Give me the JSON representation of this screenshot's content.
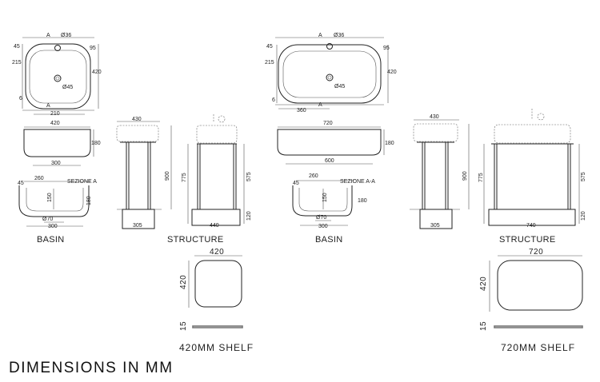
{
  "title": "DIMENSIONS IN MM",
  "basin_label": "BASIN",
  "structure_label": "STRUCTURE",
  "left": {
    "top_view": {
      "d36": "Ø36",
      "d45": "Ø45",
      "a_top": "A",
      "a_bottom": "A",
      "w45": "45",
      "w215": "215",
      "w6": "6",
      "w210": "210",
      "w95": "95",
      "w420": "420"
    },
    "front_view": {
      "w420": "420",
      "h180": "180",
      "w300": "300"
    },
    "section": {
      "w260": "260",
      "label": "SEZIONE A",
      "w45": "45",
      "h150": "150",
      "h180": "180",
      "d70": "Ø70",
      "w300": "300"
    },
    "side_structure": {
      "w430": "430",
      "h900": "900",
      "w305": "305"
    },
    "front_structure": {
      "h775": "775",
      "h575": "575",
      "h120": "120",
      "w440": "440"
    },
    "shelf": {
      "w": "420",
      "h": "420",
      "t": "15",
      "caption": "420MM SHELF"
    }
  },
  "right": {
    "top_view": {
      "d36": "Ø36",
      "d45": "Ø45",
      "a_top": "A",
      "a_bottom": "A",
      "w45": "45",
      "w215": "215",
      "w6": "6",
      "w360": "360",
      "w95": "95",
      "w420": "420"
    },
    "front_view": {
      "w720": "720",
      "h180": "180",
      "w600": "600"
    },
    "section": {
      "w260": "260",
      "label": "SEZIONE A-A",
      "w45": "45",
      "h150": "150",
      "h180": "180",
      "d70": "Ø70",
      "w300": "300"
    },
    "side_structure": {
      "w430": "430",
      "h900": "900",
      "w305": "305"
    },
    "front_structure": {
      "h775": "775",
      "h575": "575",
      "h120": "120",
      "w740": "740"
    },
    "shelf": {
      "w": "720",
      "h": "420",
      "t": "15",
      "caption": "720MM SHELF"
    }
  }
}
